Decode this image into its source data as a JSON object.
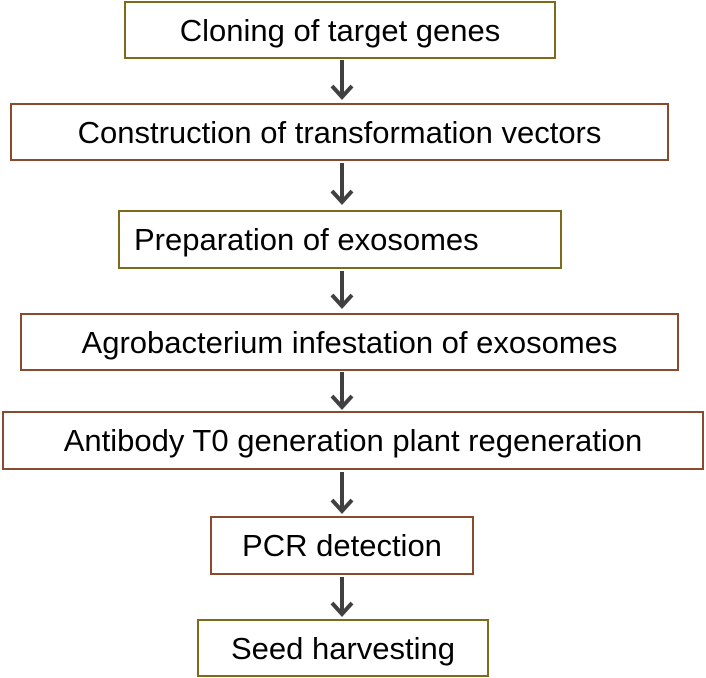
{
  "diagram": {
    "steps": [
      {
        "label": "Cloning of target genes",
        "border_color": "#7f6a1a"
      },
      {
        "label": "Construction of transformation vectors",
        "border_color": "#8a4a2e"
      },
      {
        "label": "Preparation of exosomes",
        "border_color": "#7f6a1a"
      },
      {
        "label": "Agrobacterium infestation of exosomes",
        "border_color": "#8a4a2e"
      },
      {
        "label": "Antibody T0 generation plant regeneration",
        "border_color": "#8a4a2e"
      },
      {
        "label": "PCR detection",
        "border_color": "#8a4a2e"
      },
      {
        "label": "Seed harvesting",
        "border_color": "#7f6a1a"
      }
    ],
    "arrow_color": "#404040"
  }
}
